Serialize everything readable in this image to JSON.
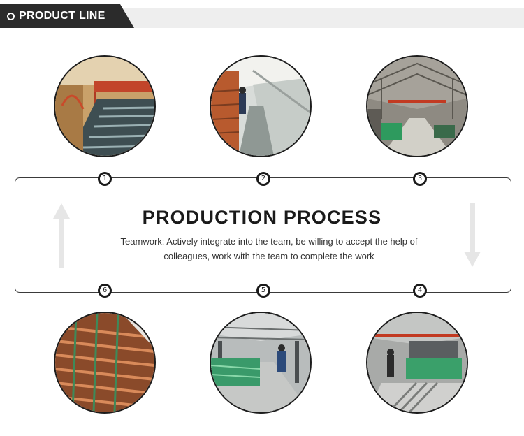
{
  "header": {
    "title": "PRODUCT LINE"
  },
  "process": {
    "title": "PRODUCTION PROCESS",
    "description": "Teamwork: Actively integrate into the team, be willing to accept the help of colleagues, work with the team to complete the work"
  },
  "steps": [
    {
      "number": "1"
    },
    {
      "number": "2"
    },
    {
      "number": "3"
    },
    {
      "number": "4"
    },
    {
      "number": "5"
    },
    {
      "number": "6"
    }
  ],
  "colors": {
    "header_tab": "#2b2b2b",
    "header_bar": "#eeeeee",
    "panel_border": "#3a3a3a",
    "marker": "#1a1a1a",
    "arrow": "#e6e6e6"
  },
  "icons": {
    "up_arrow": "arrow-up-icon",
    "down_arrow": "arrow-down-icon",
    "header_bullet": "circle-bullet-icon"
  }
}
